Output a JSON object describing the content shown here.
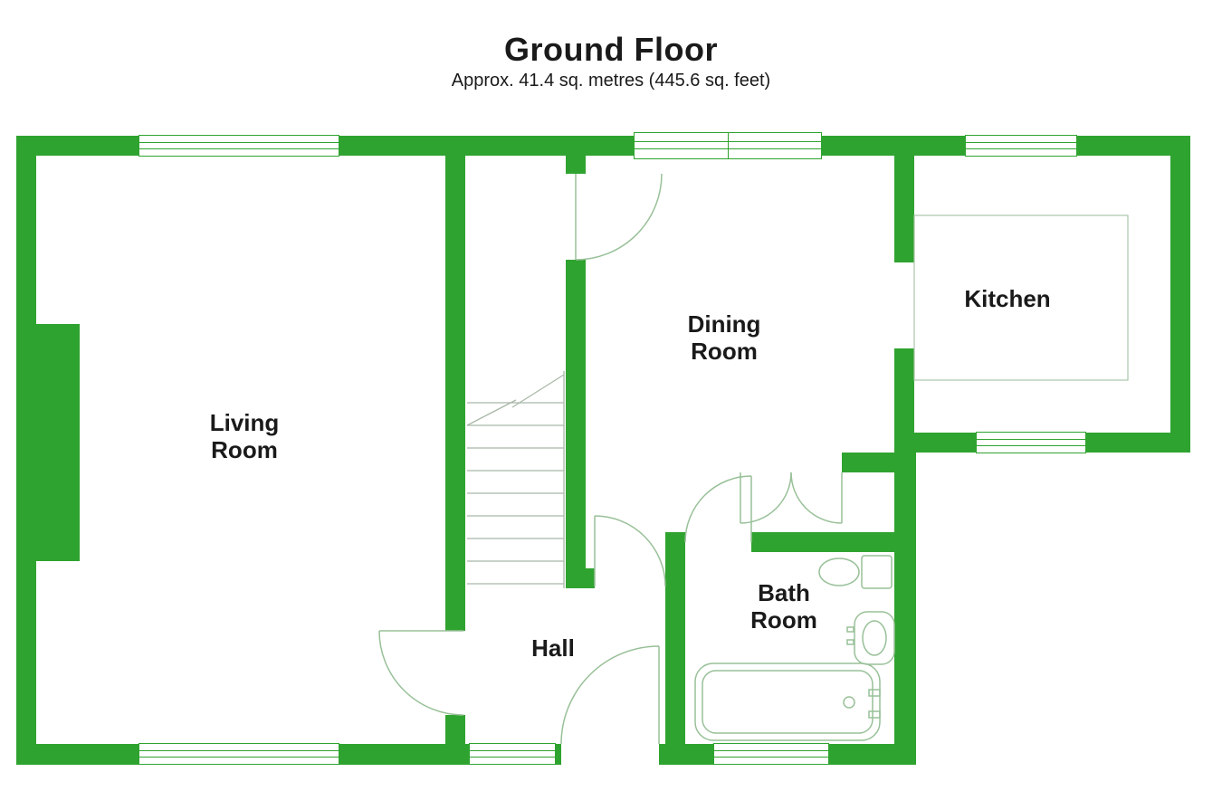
{
  "header": {
    "title": "Ground Floor",
    "subtitle": "Approx. 41.4 sq. metres (445.6 sq. feet)"
  },
  "rooms": {
    "living_room": {
      "line1": "Living",
      "line2": "Room"
    },
    "dining_room": {
      "line1": "Dining",
      "line2": "Room"
    },
    "kitchen": {
      "line1": "Kitchen"
    },
    "hall": {
      "line1": "Hall"
    },
    "bath_room": {
      "line1": "Bath",
      "line2": "Room"
    }
  },
  "colors": {
    "wall_green": "#2fa32f",
    "fixture_line": "#98c098",
    "text": "#1a1a1a",
    "background": "#ffffff"
  },
  "fixtures": {
    "stairs": "stairs",
    "kitchen_counter": "kitchen-counter",
    "toilet": "toilet",
    "sink": "sink",
    "bathtub": "bathtub",
    "doors": [
      "front-door",
      "living-room-door",
      "dining-room-door-top",
      "dining-room-door-bottom",
      "double-doors",
      "bathroom-door"
    ]
  }
}
